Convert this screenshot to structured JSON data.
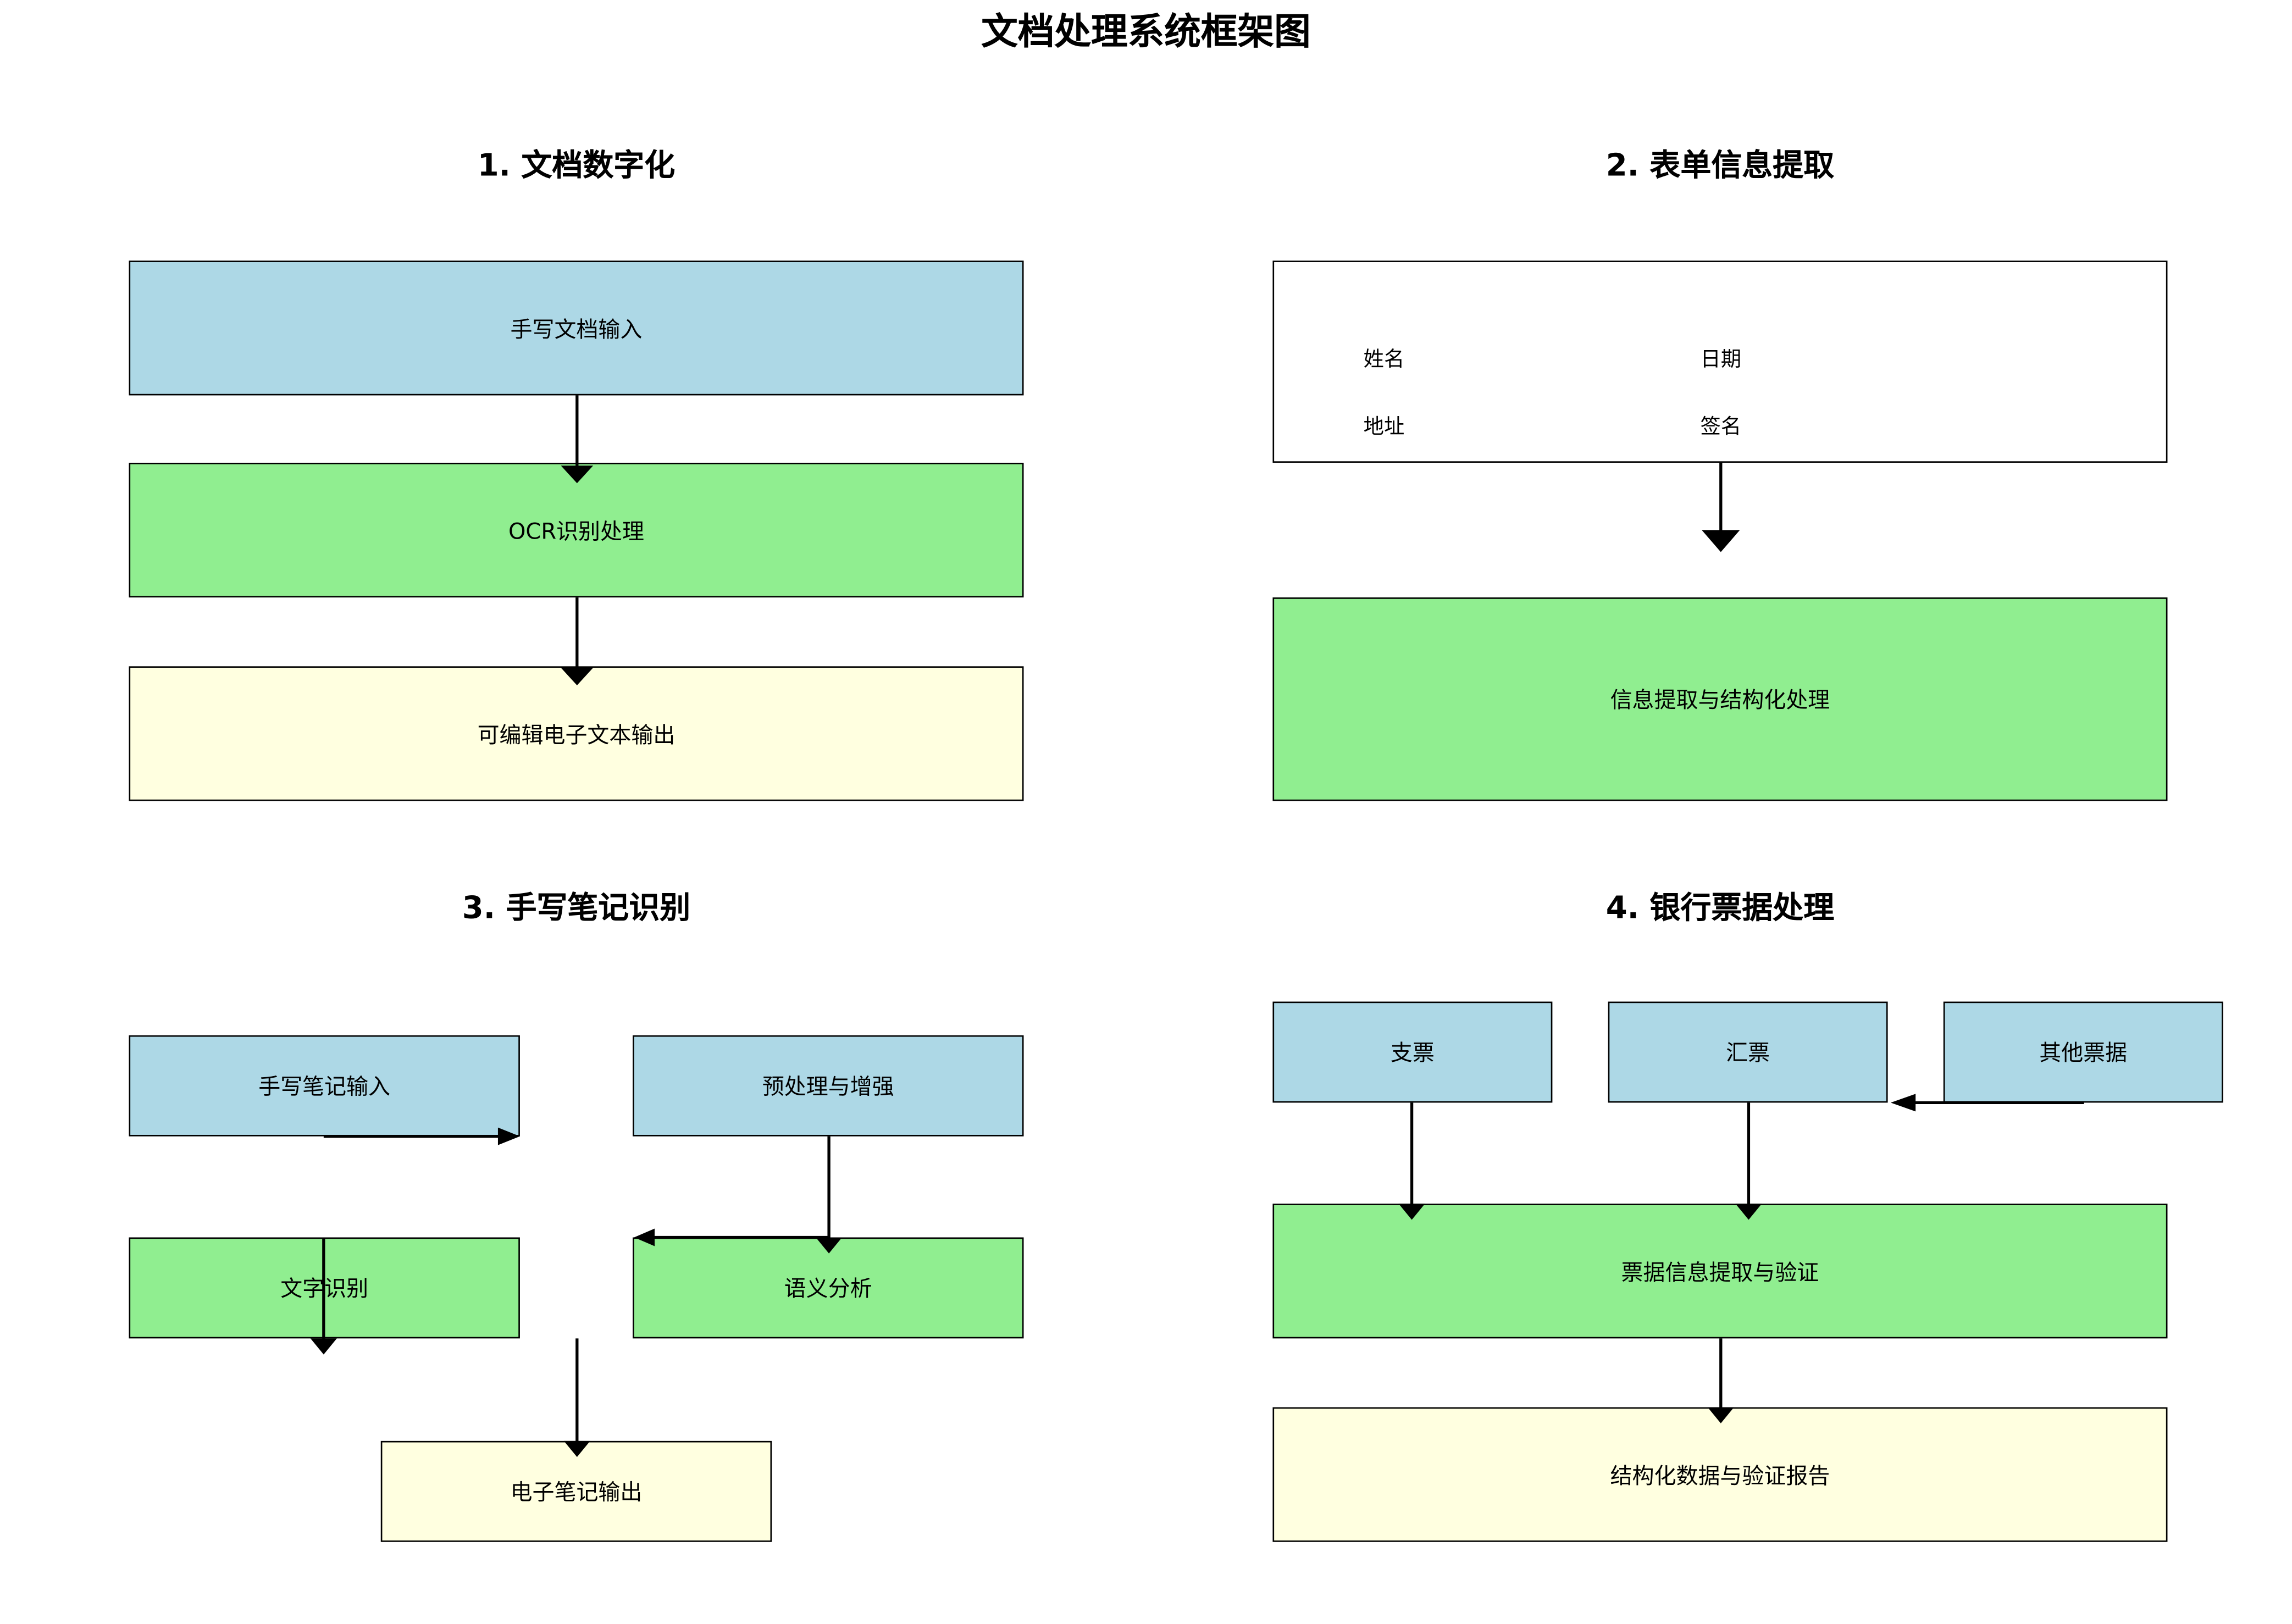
{
  "title": "文档处理系统框架图",
  "sections": {
    "s1": {
      "title": "1. 文档数字化",
      "input": "手写文档输入",
      "ocr": "OCR识别处理",
      "output": "可编辑电子文本输出"
    },
    "s2": {
      "title": "2. 表单信息提取",
      "form": {
        "name": "姓名",
        "date": "日期",
        "address": "地址",
        "signature": "签名"
      },
      "process": "信息提取与结构化处理"
    },
    "s3": {
      "title": "3. 手写笔记识别",
      "input": "手写笔记输入",
      "preprocess": "预处理与增强",
      "recognition": "文字识别",
      "semantic": "语义分析",
      "output": "电子笔记输出"
    },
    "s4": {
      "title": "4. 银行票据处理",
      "check": "支票",
      "draft": "汇票",
      "other": "其他票据",
      "process": "票据信息提取与验证",
      "output": "结构化数据与验证报告"
    }
  },
  "colors": {
    "input": "#add8e6",
    "process": "#90ee90",
    "output": "#ffffe0",
    "form": "#ffffff",
    "line": "#000000"
  }
}
